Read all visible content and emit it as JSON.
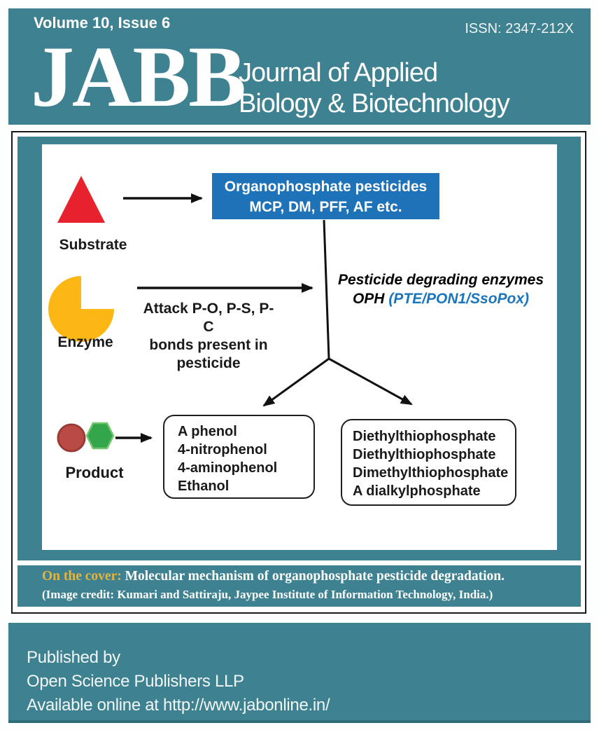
{
  "header": {
    "volume": "Volume 10, Issue 6",
    "issn": "ISSN: 2347-212X",
    "logo": "JABB",
    "journal_line1": "Journal of Applied",
    "journal_line2": "Biology & Biotechnology"
  },
  "diagram": {
    "substrate_label": "Substrate",
    "enzyme_label": "Enzyme",
    "product_label": "Product",
    "pesticide_box_line1": "Organophosphate pesticides",
    "pesticide_box_line2": "MCP, DM, PFF, AF etc.",
    "attack_line1": "Attack P-O, P-S, P-C",
    "attack_line2": "bonds present in",
    "attack_line3": "pesticide",
    "enzymes_line1": "Pesticide degrading enzymes",
    "enzymes_line2_black": "OPH",
    "enzymes_line2_blue": "(PTE/PON1/SsoPox)",
    "left_box_lines": [
      "A phenol",
      "4-nitrophenol",
      "4-aminophenol",
      "Ethanol"
    ],
    "right_box_lines": [
      "Diethylthiophosphate",
      "Diethylthiophosphate",
      "Dimethylthiophosphate",
      "A dialkylphosphate"
    ]
  },
  "caption": {
    "prefix": "On the cover:",
    "text": " Molecular mechanism of organophosphate pesticide degradation.",
    "credit": "(Image credit: Kumari and Sattiraju,  Jaypee Institute of Information Technology, India.)"
  },
  "footer": {
    "line1": "Published by",
    "line2": "Open Science Publishers LLP",
    "line3": "Available online at http://www.jabonline.in/"
  },
  "colors": {
    "teal": "#3e8190",
    "blue_box": "#1e72b8",
    "blue_text": "#1b75bc",
    "substrate_red": "#e8212e",
    "enzyme_yellow": "#fdb714",
    "product_red": "#b94a45",
    "product_red_border": "#9c3a35",
    "product_green": "#33a64c",
    "product_green_border": "#74c56c",
    "caption_gold": "#e8b33a"
  }
}
